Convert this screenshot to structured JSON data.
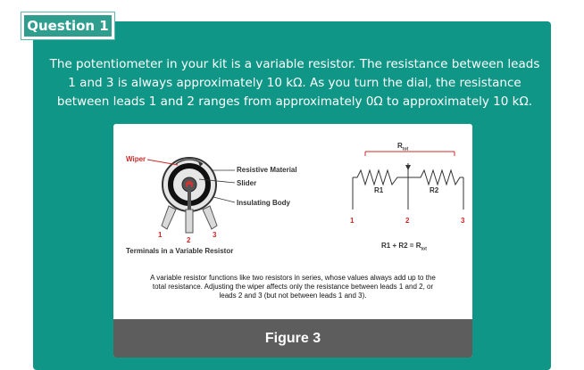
{
  "question": {
    "tab_label": "Question 1",
    "lines": [
      "The potentiometer in your kit is a variable resistor. The resistance between leads",
      "1 and 3 is always approximately 10 kΩ. As you turn the dial, the resistance",
      "between leads 1 and 2 ranges from approximately 0Ω to approximately 10 kΩ."
    ]
  },
  "figure": {
    "labels": {
      "wiper": "Wiper",
      "resistive_material": "Resistive Material",
      "slider": "Slider",
      "insulating_body": "Insulating Body",
      "terminal_1": "1",
      "terminal_2": "2",
      "terminal_3": "3",
      "terminals_caption": "Terminals in a Variable Resistor",
      "r_tot": "R",
      "r_tot_sub": "tot",
      "r1": "R1",
      "r2": "R2",
      "node_1": "1",
      "node_2": "2",
      "node_3": "3",
      "equation": "R1 + R2 = R",
      "equation_sub": "tot"
    },
    "caption_lines": [
      "A variable resistor functions like two resistors in series, whose values always add up to the",
      "total resistance. Adjusting the wiper affects only the resistance between leads 1 and 2, or",
      "leads 2 and 3 (but not between leads 1 and 3)."
    ],
    "title": "Figure 3"
  },
  "colors": {
    "panel": "#0f9686",
    "tab": "#2f9e8e",
    "accent_red": "#cc2a2a",
    "figure_bar": "#5d5d5d"
  }
}
